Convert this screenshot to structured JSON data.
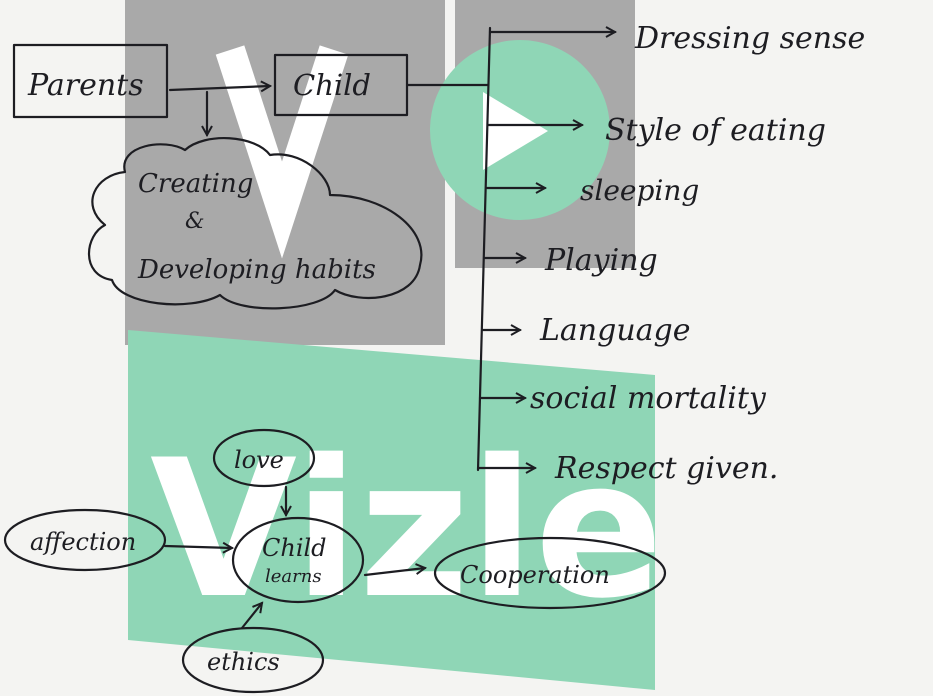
{
  "watermark": {
    "logo_text": "Vizle",
    "colors": {
      "gray": "#a9a9a9",
      "green": "#8fd6b6",
      "white": "#ffffff"
    }
  },
  "diagram": {
    "parents": "Parents",
    "child": "Child",
    "habits_line1": "Creating",
    "habits_line2": "&",
    "habits_line3": "Developing habits",
    "branches": [
      "Dressing sense",
      "Style of eating",
      "sleeping",
      "Playing",
      "Language",
      "social mortality",
      "Respect given."
    ],
    "love": "love",
    "affection": "affection",
    "ethics": "ethics",
    "child_learns_line1": "Child",
    "child_learns_line2": "learns",
    "cooperation": "Cooperation"
  }
}
